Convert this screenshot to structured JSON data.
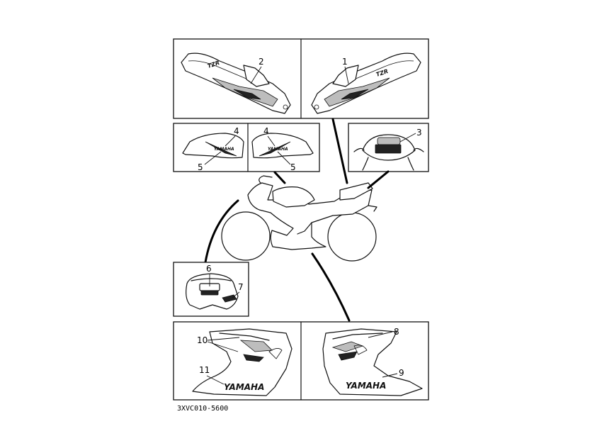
{
  "diagram": {
    "callouts": [
      "1",
      "2",
      "3",
      "4",
      "5",
      "6",
      "7",
      "8",
      "9",
      "10",
      "11"
    ],
    "decal_text": "YAMAHA",
    "model_text": "TZR"
  },
  "footer": {
    "part_code": "3XVC010-5600"
  }
}
